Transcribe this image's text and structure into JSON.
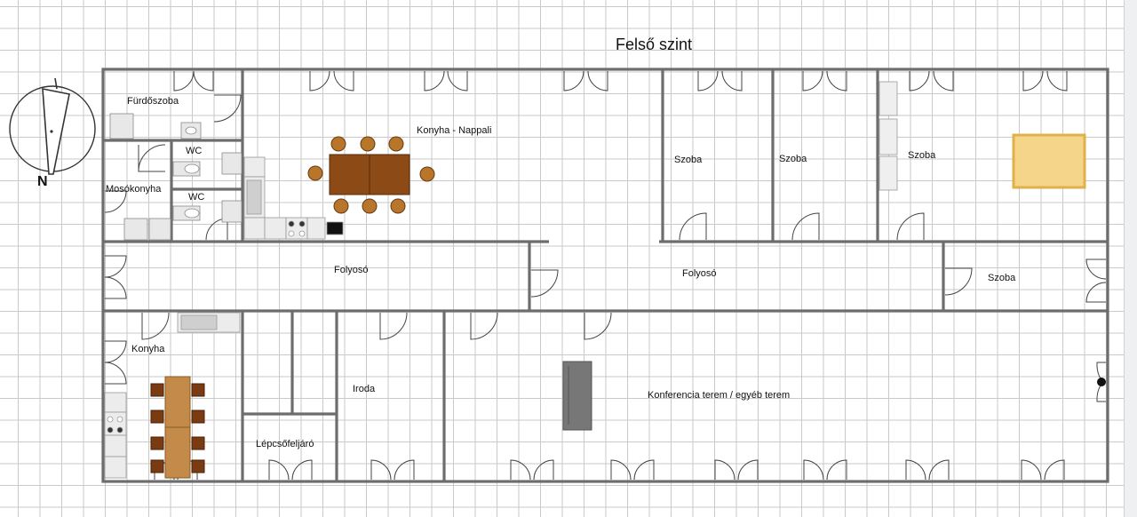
{
  "floor_title": "Felső szint",
  "compass": {
    "north_label": "N"
  },
  "rooms": {
    "furdoszoba": "Fürdőszoba",
    "wc_1": "WC",
    "wc_2": "WC",
    "mosokonyha": "Mosókonyha",
    "konyha_nappali": "Konyha - Nappali",
    "szoba_1": "Szoba",
    "szoba_2": "Szoba",
    "szoba_3": "Szoba",
    "szoba_4": "Szoba",
    "folyoso_1": "Folyosó",
    "folyoso_2": "Folyosó",
    "konyha": "Konyha",
    "iroda": "Iroda",
    "lepcsofeljaro": "Lépcsőfeljáró",
    "konferencia": "Konferencia terem / egyéb terem"
  },
  "colors": {
    "wall": "#6d6d6d",
    "table_dark": "#8b4a16",
    "chair_dark": "#b8762a",
    "table_light": "#c48a4a",
    "chair_brown": "#7a3a12",
    "rug_fill": "#f5d58a",
    "rug_border": "#e0b04a",
    "sofa": "#777777",
    "appliance": "#e4e4e4"
  }
}
